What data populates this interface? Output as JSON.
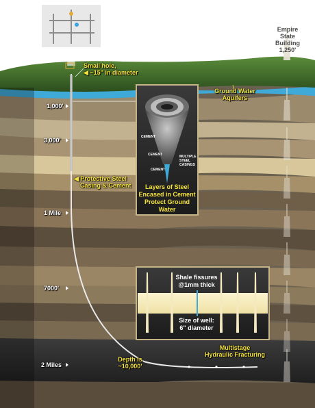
{
  "labels": {
    "small_hole": "Small hole,",
    "small_hole_2": "~15\" in diameter",
    "empire_1": "Empire",
    "empire_2": "State",
    "empire_3": "Building",
    "empire_4": "1,250'",
    "ground_water_1": "Ground Water",
    "ground_water_2": "Aquifers",
    "depth_1000": "1,000'",
    "depth_3000": "3,000'",
    "depth_1mile": "1 Mile",
    "depth_7000": "7000'",
    "depth_2miles": "2 Miles",
    "protective_1": "Protective Steel",
    "protective_2": "Casing & Cement",
    "cement_1": "CEMENT",
    "cement_2": "CEMENT",
    "cement_3": "CEMENT",
    "multiple_1": "MULTIPLE",
    "multiple_2": "STEEL",
    "multiple_3": "CASINGS",
    "layers_1": "Layers of Steel",
    "layers_2": "Encased in Cement",
    "layers_3": "Protect Ground",
    "layers_4": "Water",
    "shale_1": "Shale fissures",
    "shale_2": "@1mm thick",
    "size_1": "Size of well:",
    "size_2": "6\" diameter",
    "depth_note_1": "Depth is",
    "depth_note_2": "~10,000'",
    "multistage_1": "Multistage",
    "multistage_2": "Hydraulic Fracturing"
  },
  "colors": {
    "sky": "#ffffff",
    "grass": "#3f6b2a",
    "aquifer": "#3fa9d8",
    "label_yellow": "#f4e23a",
    "shale": "#2e2e2f",
    "pipe": "#e8e8e8"
  }
}
